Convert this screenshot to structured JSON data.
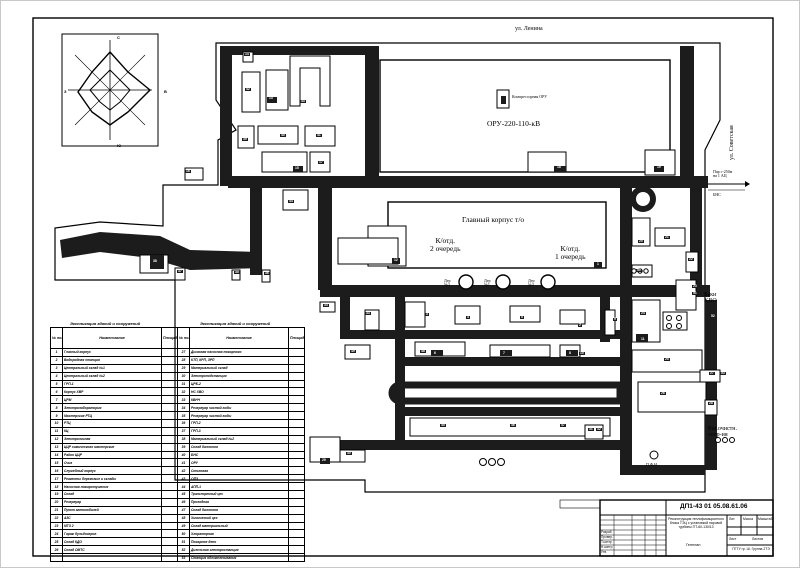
{
  "streets": {
    "top": "ул. Ленина",
    "right": "ул. Советская"
  },
  "compass": {
    "north": "С",
    "south": "Ю",
    "west": "З",
    "east": "В"
  },
  "buildings": {
    "oru": "ОРУ-220-110-кВ",
    "compressor": "Компрессорная ОРУ",
    "main_building": "Главный корпус т/о",
    "boiler2": "К/отд.\n2 очередь",
    "boiler1": "К/отд.\n1 очередь",
    "chimney_2": "Дтр\n№2",
    "chimney_1": "Дтр\n№1",
    "chimney_3": "Дтр\n№3",
    "hvo_tanks": "Баки\nХВО",
    "treatment": "Раз.очистн.\nсоор-ия",
    "pfn": "П.Ф.Н.",
    "steam_line": "Пар с-250м\nна 1 АЦ",
    "bns": "БНС"
  },
  "building_numbers": [
    "1",
    "2",
    "3",
    "4",
    "5",
    "6",
    "7",
    "8",
    "9",
    "10",
    "11",
    "12",
    "13",
    "14",
    "15",
    "16",
    "17",
    "18",
    "19",
    "20",
    "21",
    "22",
    "23",
    "24",
    "25",
    "26",
    "27",
    "28",
    "29",
    "30",
    "31",
    "32",
    "33",
    "34",
    "35",
    "36",
    "37",
    "38",
    "39",
    "40",
    "41",
    "42",
    "43",
    "44",
    "45",
    "46",
    "47",
    "48",
    "49",
    "50",
    "51",
    "52",
    "53"
  ],
  "explication": {
    "title": "Экспликация зданий и сооружений",
    "col_no": "№ поз.",
    "col_name": "Наименование",
    "col_area": "Площадь, м²",
    "left_rows": [
      {
        "no": "1",
        "name": "Главный корпус"
      },
      {
        "no": "2",
        "name": "Водородная станция"
      },
      {
        "no": "3",
        "name": "Центральный склад №1"
      },
      {
        "no": "4",
        "name": "Центральный склад №2"
      },
      {
        "no": "5",
        "name": "ГРП-1"
      },
      {
        "no": "6",
        "name": "Корпус ХВР"
      },
      {
        "no": "7",
        "name": "ЦРМ"
      },
      {
        "no": "8",
        "name": "Электролаборатория"
      },
      {
        "no": "9",
        "name": "Мастерские РТЦ"
      },
      {
        "no": "10",
        "name": "РТЦ"
      },
      {
        "no": "11",
        "name": "КЦ"
      },
      {
        "no": "12",
        "name": "Электролизная"
      },
      {
        "no": "13",
        "name": "ЦЦР химического мастерские"
      },
      {
        "no": "14",
        "name": "Район ЦЦР"
      },
      {
        "no": "15",
        "name": "Очиз"
      },
      {
        "no": "16",
        "name": "Служебный корпус"
      },
      {
        "no": "17",
        "name": "Реагенты береговые и склады"
      },
      {
        "no": "18",
        "name": "Насосная пожаротушения"
      },
      {
        "no": "19",
        "name": "Склад"
      },
      {
        "no": "20",
        "name": "Резервуар"
      },
      {
        "no": "21",
        "name": "Пункт автомобилей"
      },
      {
        "no": "22",
        "name": "АЗС"
      },
      {
        "no": "23",
        "name": "МТЗ 2"
      },
      {
        "no": "24",
        "name": "Гараж бульдозеров"
      },
      {
        "no": "25",
        "name": "Склад КДО"
      },
      {
        "no": "26",
        "name": "Склад ОМТС"
      }
    ],
    "right_rows": [
      {
        "no": "27",
        "name": "Дымовая насосная пожарного"
      },
      {
        "no": "28",
        "name": "КТП, КРП, ЗРП"
      },
      {
        "no": "29",
        "name": "Материальный склад"
      },
      {
        "no": "30",
        "name": "Электроподстанция"
      },
      {
        "no": "31",
        "name": "ЦРБ-2"
      },
      {
        "no": "32",
        "name": "НС ХВО"
      },
      {
        "no": "33",
        "name": "КВНЧ"
      },
      {
        "no": "34",
        "name": "Резервуар чистой воды"
      },
      {
        "no": "35",
        "name": "Резервуар чистой воды"
      },
      {
        "no": "36",
        "name": "ГРП-2"
      },
      {
        "no": "37",
        "name": "ГРП-3"
      },
      {
        "no": "38",
        "name": "Материальный склад №2"
      },
      {
        "no": "39",
        "name": "Склад баллонов"
      },
      {
        "no": "40",
        "name": "БНС"
      },
      {
        "no": "41",
        "name": "ОРУ"
      },
      {
        "no": "42",
        "name": "Столовая"
      },
      {
        "no": "43",
        "name": "ОПЗ"
      },
      {
        "no": "44",
        "name": "АПП-1"
      },
      {
        "no": "45",
        "name": "Транспортный цех"
      },
      {
        "no": "46",
        "name": "Проходная"
      },
      {
        "no": "47",
        "name": "Склад баллонов"
      },
      {
        "no": "48",
        "name": "Химический цех"
      },
      {
        "no": "49",
        "name": "Склад материальный"
      },
      {
        "no": "50",
        "name": "Хлораторная"
      },
      {
        "no": "51",
        "name": "Пожарное депо"
      },
      {
        "no": "52",
        "name": "Дизельная электростанция"
      },
      {
        "no": "53",
        "name": "Станция обезжелезивания"
      }
    ]
  },
  "stamp": {
    "code": "ДП1-43 01 05.08.61.06",
    "description": "Реконструкция теплофикационного блока ТЭЦ с установкой паровой турбины ПТ-60-130/13",
    "sheet_title": "Генплан",
    "org": "ПГТУ гр. Ш. Группа 2ТЭ",
    "roles": [
      "Разраб.",
      "Провер.",
      "Т.контр.",
      "Н.контр.",
      "Утв."
    ],
    "headers": [
      "Лит.",
      "Масса",
      "Масштаб"
    ],
    "sheet": "Лист",
    "sheets": "Листов"
  }
}
